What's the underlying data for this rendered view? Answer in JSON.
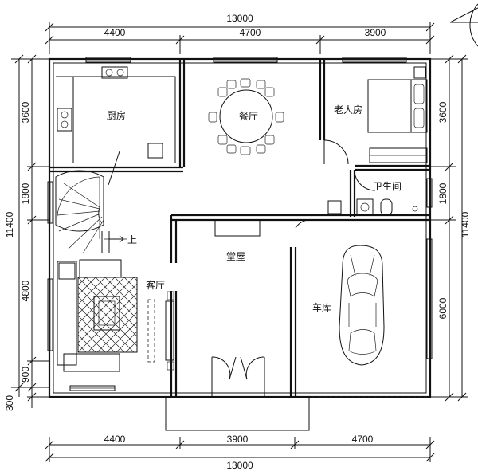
{
  "dimensions": {
    "top_total": "13000",
    "top_segments": [
      "4400",
      "4700",
      "3900"
    ],
    "bottom_segments": [
      "4400",
      "3900",
      "4700"
    ],
    "bottom_total": "13000",
    "left_total": "11400",
    "left_segments": [
      "3600",
      "1800",
      "4800",
      "900",
      "300"
    ],
    "right_total": "11400",
    "right_segments": [
      "3600",
      "1800",
      "6000"
    ]
  },
  "rooms": {
    "kitchen": "厨房",
    "dining": "餐厅",
    "elder_bedroom": "老人房",
    "bathroom": "卫生间",
    "hall": "堂屋",
    "living": "客厅",
    "garage": "车库",
    "stair_up": "上"
  }
}
